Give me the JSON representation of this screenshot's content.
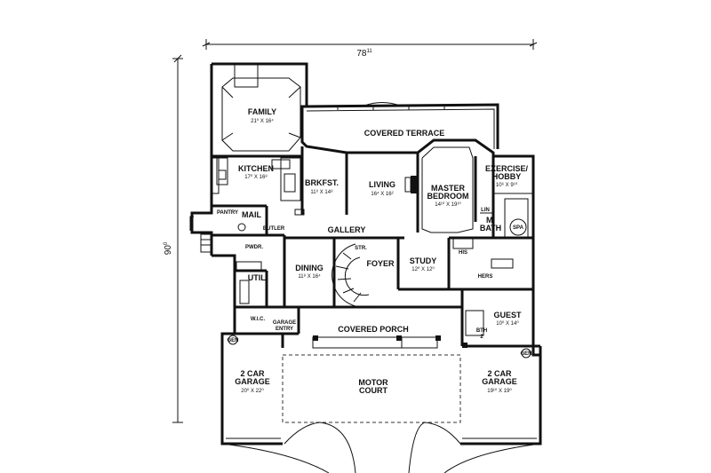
{
  "dimensions": {
    "width": "78",
    "width_unit": "11",
    "depth": "90",
    "depth_unit": "0"
  },
  "rooms": [
    {
      "id": "family",
      "name": "FAMILY",
      "size": "21⁰ X 16⁴"
    },
    {
      "id": "covered-terrace",
      "name": "COVERED TERRACE",
      "size": ""
    },
    {
      "id": "kitchen",
      "name": "KITCHEN",
      "size": "17⁰ X 16⁸"
    },
    {
      "id": "brkfst",
      "name": "BRKFST.",
      "size": "11⁶ X 14⁸"
    },
    {
      "id": "living",
      "name": "LIVING",
      "size": "16⁴ X 16²"
    },
    {
      "id": "master-bedroom",
      "name": "MASTER",
      "name2": "BEDROOM",
      "size": "14¹⁰ X 19¹⁰"
    },
    {
      "id": "exercise-hobby",
      "name": "EXERCISE/",
      "name2": "HOBBY",
      "size": "10⁶ X 9¹⁰"
    },
    {
      "id": "m-bath",
      "name": "M.",
      "name2": "BATH",
      "size": ""
    },
    {
      "id": "gallery",
      "name": "GALLERY",
      "size": ""
    },
    {
      "id": "dining",
      "name": "DINING",
      "size": "11⁸ X 16⁴"
    },
    {
      "id": "foyer",
      "name": "FOYER",
      "size": ""
    },
    {
      "id": "study",
      "name": "STUDY",
      "size": "12⁰ X 12⁰"
    },
    {
      "id": "guest",
      "name": "GUEST",
      "size": "10⁰ X 14⁰"
    },
    {
      "id": "util",
      "name": "UTIL.",
      "size": ""
    },
    {
      "id": "covered-porch",
      "name": "COVERED PORCH",
      "size": ""
    },
    {
      "id": "garage-left",
      "name": "2 CAR",
      "name2": "GARAGE",
      "size": "20⁰ X 22⁰"
    },
    {
      "id": "motor-court",
      "name": "MOTOR",
      "name2": "COURT",
      "size": ""
    },
    {
      "id": "garage-right",
      "name": "2 CAR",
      "name2": "GARAGE",
      "size": "19¹⁰ X 19⁰"
    }
  ],
  "small_labels": {
    "pantry": "PANTRY",
    "mail": "MAIL",
    "pwdr": "PWDR.",
    "butler": "BUTLER",
    "his": "HIS",
    "hers": "HERS",
    "wic": "W.I.C.",
    "garage_entry_1": "GARAGE",
    "garage_entry_2": "ENTRY",
    "bth": "BTH",
    "bth_num": "2",
    "str": "STR.",
    "spa": "SPA",
    "lin": "LIN",
    "gen_left": "GEN",
    "gen_right": "GEN"
  }
}
